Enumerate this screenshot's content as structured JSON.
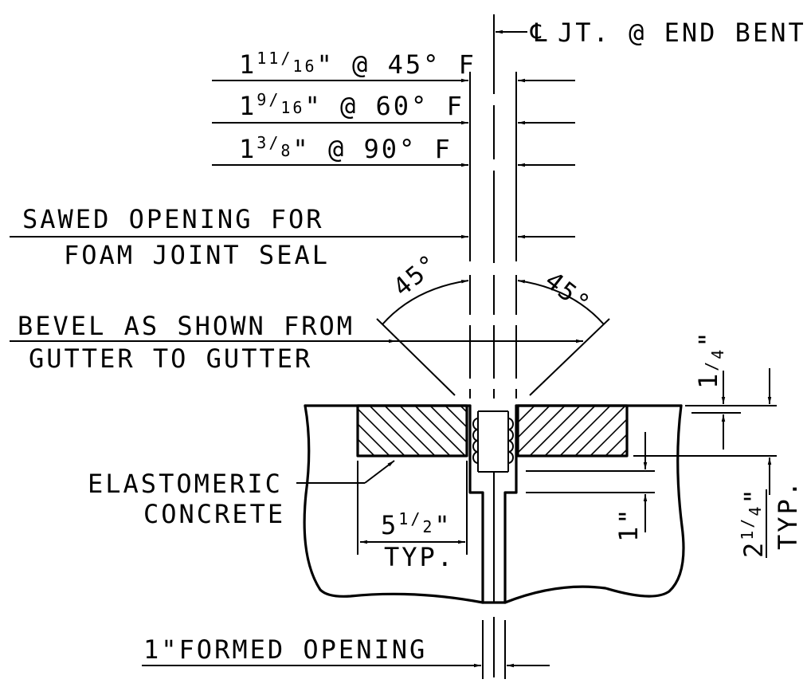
{
  "centerline": {
    "symbol": "℄",
    "label": "JT. @ END BENT"
  },
  "openings": [
    {
      "whole": "1",
      "num": "11",
      "den": "16",
      "rest": "\" @ 45° F"
    },
    {
      "whole": "1",
      "num": "9",
      "den": "16",
      "rest": "\" @ 60° F"
    },
    {
      "whole": "1",
      "num": "3",
      "den": "8",
      "rest": "\" @ 90° F"
    }
  ],
  "sawed_opening": {
    "line1": "SAWED OPENING FOR",
    "line2": "FOAM JOINT SEAL"
  },
  "bevel": {
    "line1": "BEVEL AS SHOWN FROM",
    "line2": "GUTTER TO GUTTER",
    "angle": "45°"
  },
  "elastomeric": {
    "line1": "ELASTOMERIC",
    "line2": "CONCRETE"
  },
  "dim_width": {
    "whole": "5",
    "num": "1",
    "den": "2",
    "unit": "\"",
    "note": "TYP."
  },
  "dim_top": {
    "num": "1",
    "den": "4",
    "unit": "\""
  },
  "dim_depth": {
    "whole": "2",
    "num": "1",
    "den": "4",
    "unit": "\"",
    "note": "TYP."
  },
  "dim_one": {
    "text": "1\""
  },
  "formed_opening": {
    "label": "1\"FORMED OPENING"
  }
}
